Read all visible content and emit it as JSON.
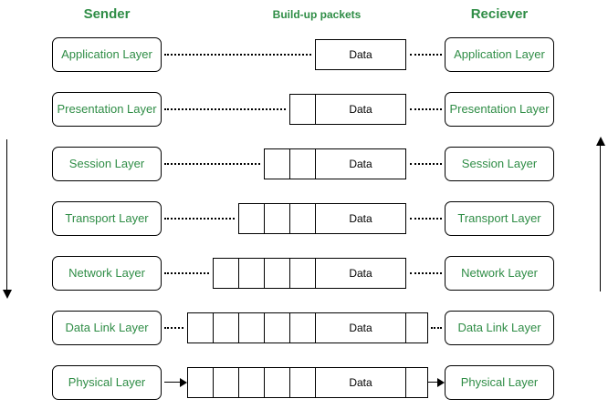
{
  "title_row": {
    "sender": "Sender",
    "packets": "Build-up packets",
    "receiver": "Reciever"
  },
  "packet_label": "Data",
  "layers": [
    {
      "label": "Application Layer",
      "header_cells": 0,
      "has_trailer": false,
      "connector": "dotted"
    },
    {
      "label": "Presentation Layer",
      "header_cells": 1,
      "has_trailer": false,
      "connector": "dotted"
    },
    {
      "label": "Session Layer",
      "header_cells": 2,
      "has_trailer": false,
      "connector": "dotted"
    },
    {
      "label": "Transport Layer",
      "header_cells": 3,
      "has_trailer": false,
      "connector": "dotted"
    },
    {
      "label": "Network Layer",
      "header_cells": 4,
      "has_trailer": false,
      "connector": "dotted"
    },
    {
      "label": "Data Link Layer",
      "header_cells": 5,
      "has_trailer": true,
      "connector": "dotted"
    },
    {
      "label": "Physical Layer",
      "header_cells": 5,
      "has_trailer": true,
      "connector": "arrow"
    }
  ],
  "flow": {
    "sender_direction": "down",
    "receiver_direction": "up"
  },
  "colors": {
    "text_green": "#2F8D46",
    "border": "#000000",
    "background": "#FFFFFF"
  }
}
